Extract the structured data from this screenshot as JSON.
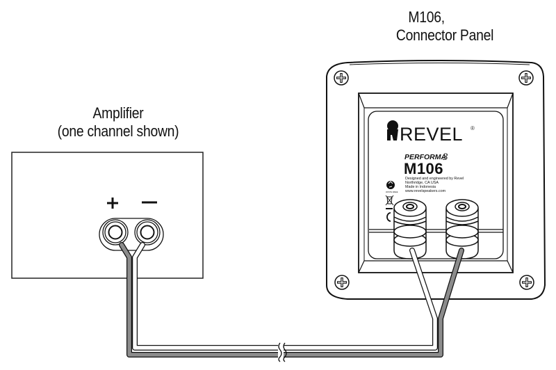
{
  "amplifier": {
    "title_line1": "Amplifier",
    "title_line2": "(one channel shown)",
    "plus_label": "+",
    "minus_label": "−"
  },
  "speaker": {
    "title_line1": "M106,",
    "title_line2": "Connector Panel",
    "brand": "REVEL",
    "registered_mark": "®",
    "series": "PERFORMA",
    "series_sup": "3",
    "model": "M106",
    "info_lines": [
      "Designed and engineered by Revel",
      "Northridge, CA USA",
      "Made in Indonesia",
      "www.revelspeakers.com"
    ],
    "recycle_caption": "WASTE.WEEE"
  },
  "colors": {
    "line": "#111111",
    "wire_gray": "#8c8c8c",
    "wire_white": "#ffffff"
  }
}
